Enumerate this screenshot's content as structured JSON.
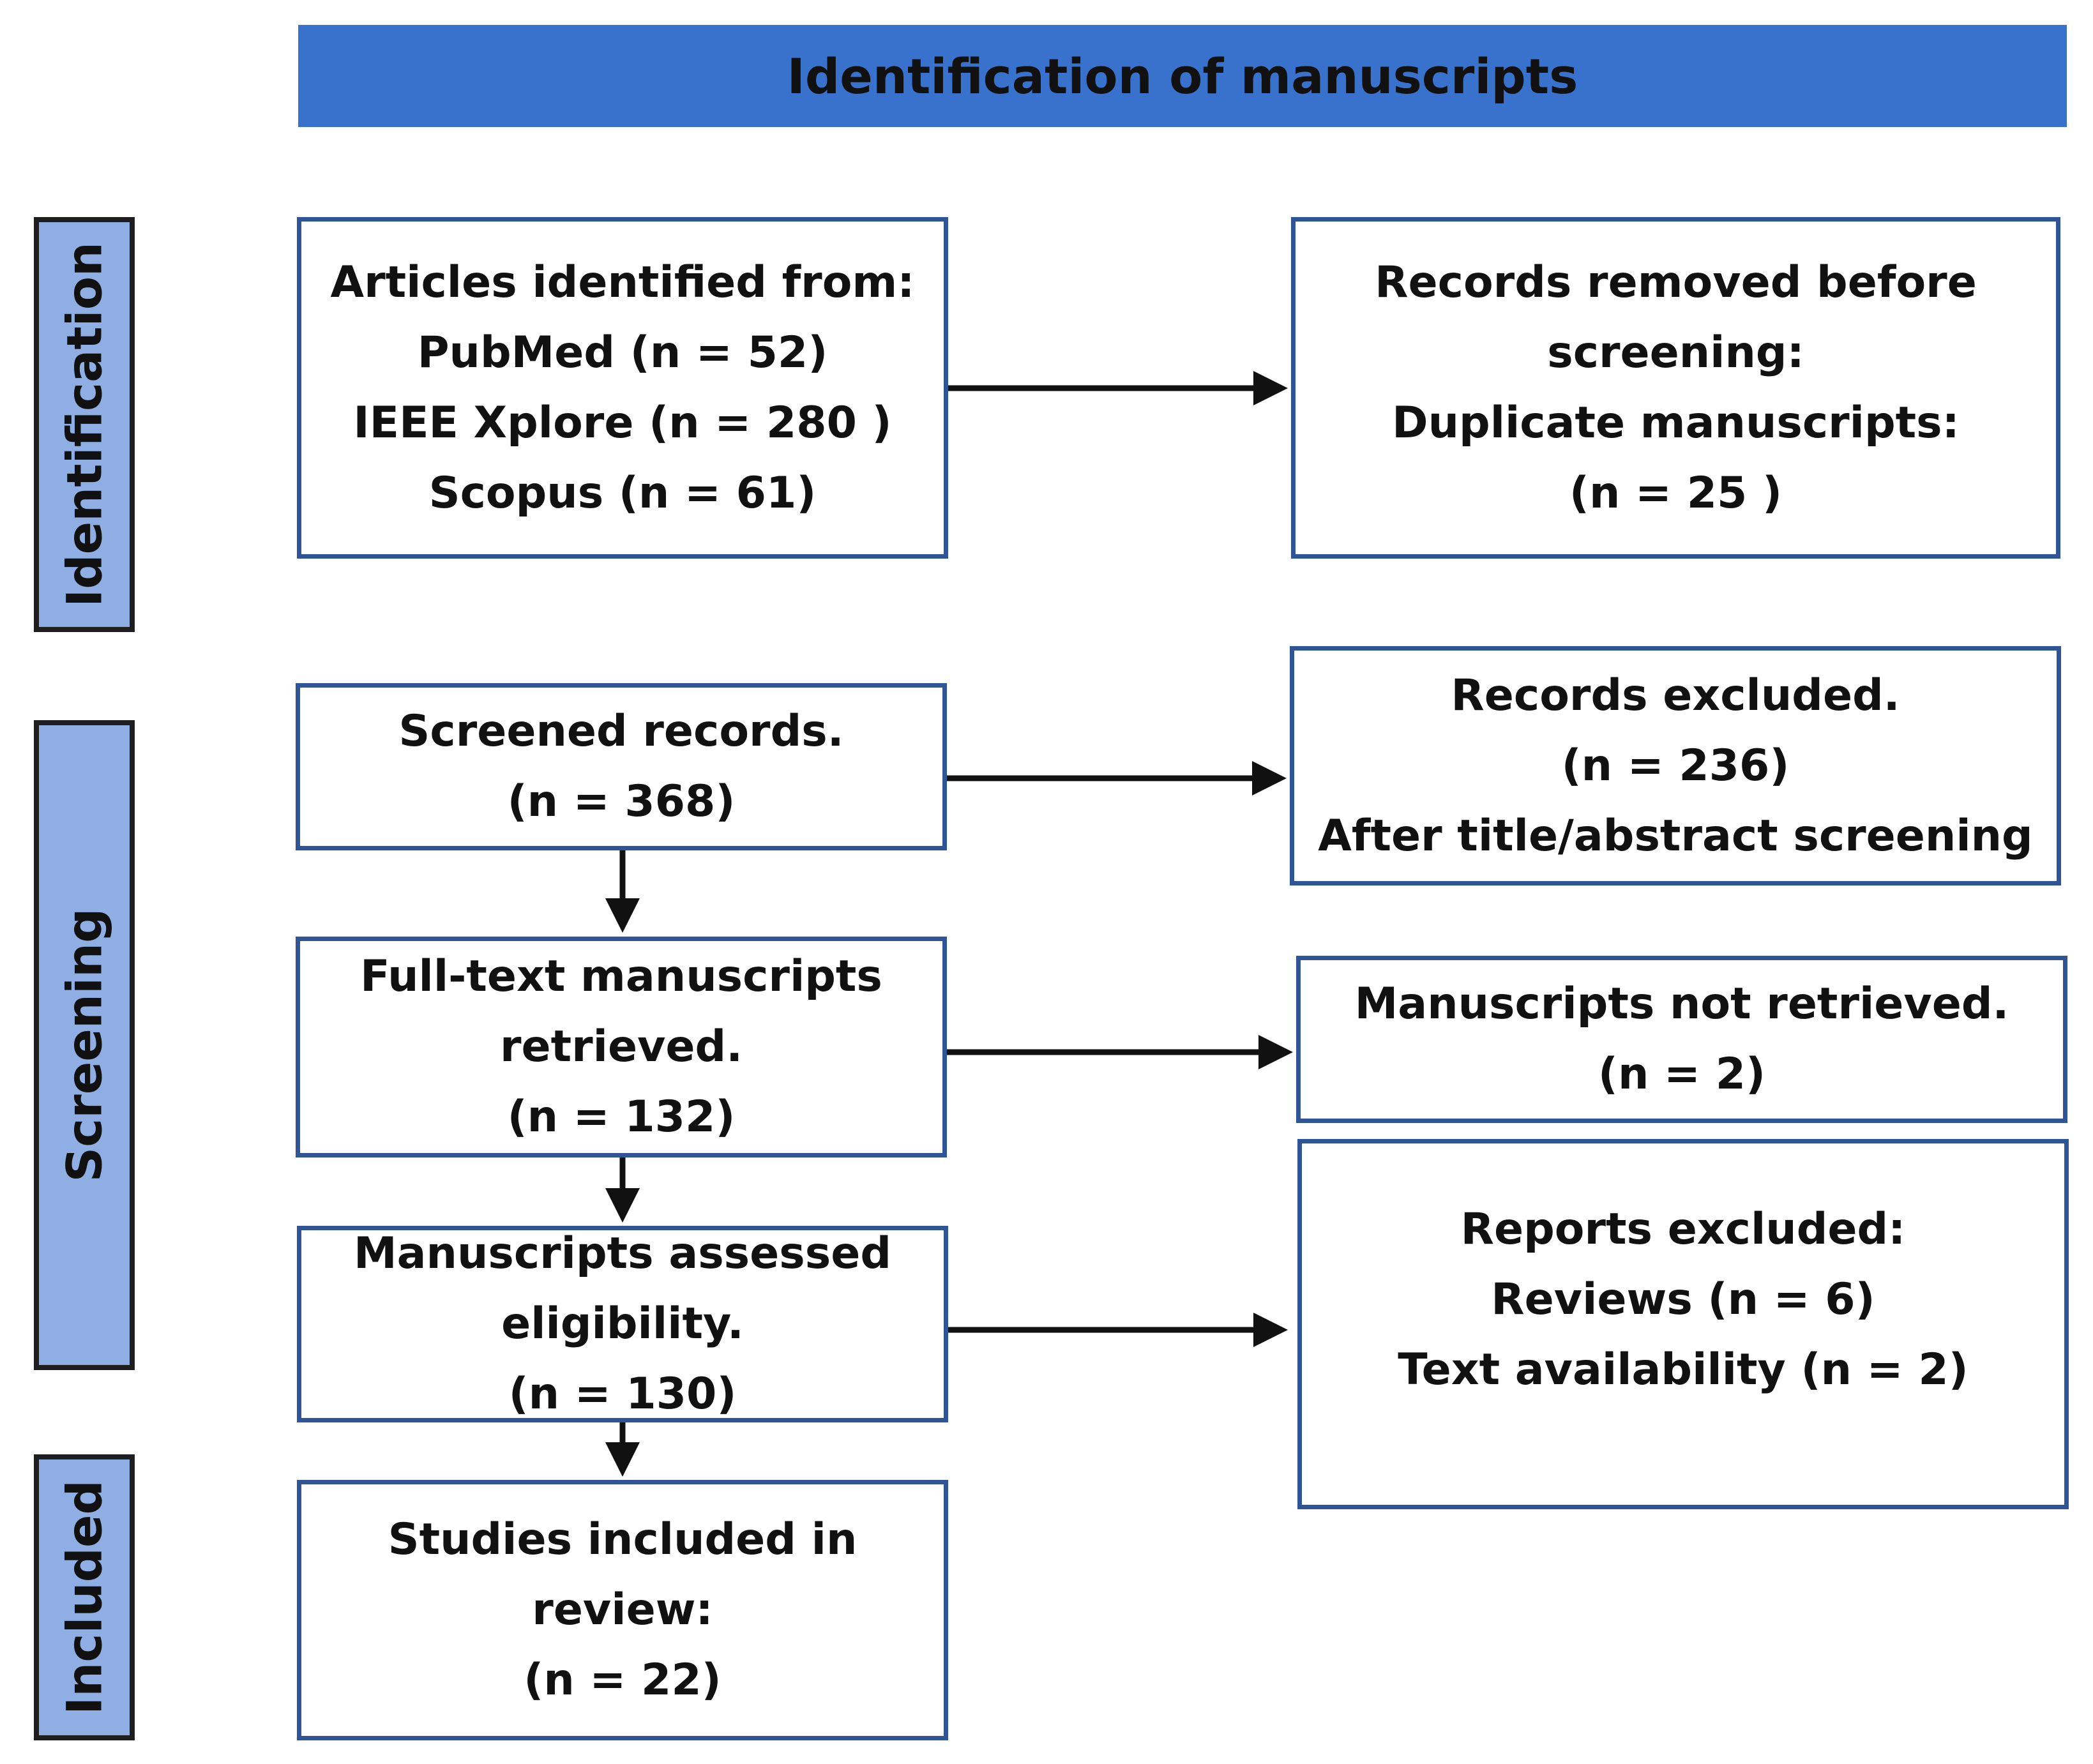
{
  "header": {
    "title": "Identification of manuscripts"
  },
  "phases": {
    "identification": "Identification",
    "screening": "Screening",
    "included": "Included"
  },
  "boxes": {
    "articles_identified": [
      "Articles identified from:",
      "PubMed (n = 52)",
      "IEEE Xplore (n = 280 )",
      "Scopus (n = 61)"
    ],
    "records_removed": [
      "Records removed before",
      "screening:",
      "Duplicate manuscripts:",
      "(n = 25 )"
    ],
    "screened_records": [
      "Screened records.",
      "(n = 368)"
    ],
    "records_excluded": [
      "Records excluded.",
      "(n = 236)",
      "After title/abstract screening"
    ],
    "fulltext_retrieved": [
      "Full-text manuscripts",
      "retrieved.",
      "(n = 132)"
    ],
    "not_retrieved": [
      "Manuscripts not retrieved.",
      "(n = 2)"
    ],
    "assessed_eligibility": [
      "Manuscripts assessed",
      "eligibility.",
      "(n = 130)"
    ],
    "reports_excluded": [
      "Reports excluded:",
      "Reviews (n = 6)",
      "Text availability (n = 2)"
    ],
    "studies_included": [
      "Studies included in",
      "review:",
      "(n = 22)"
    ]
  },
  "colors": {
    "header_fill": "#3872cd",
    "phase_fill": "#8eaee4",
    "box_border": "#2f5597",
    "arrow": "#111111"
  }
}
